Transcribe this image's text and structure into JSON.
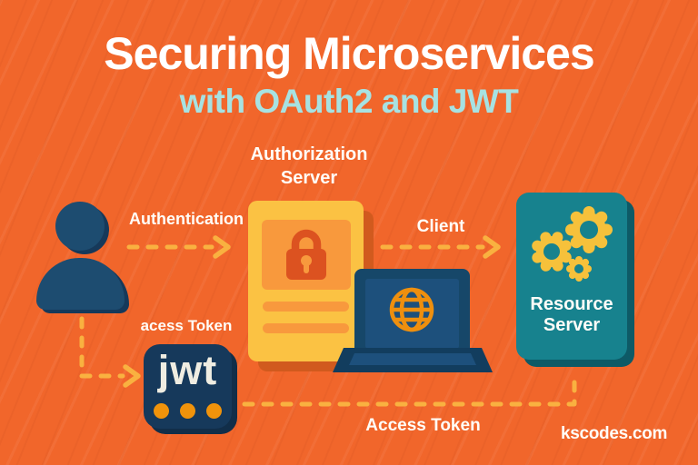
{
  "header": {
    "title": "Securing Microservices",
    "subtitle": "with OAuth2 and JWT"
  },
  "flow": {
    "authentication_label": "Authentication",
    "client_label": "Client",
    "acess_token_label": "acess Token",
    "access_token_label": "Access Token"
  },
  "nodes": {
    "authorization_server": {
      "label": "Authorization Server"
    },
    "resource_server": {
      "label": "Resource Server"
    },
    "jwt_badge": {
      "label": "jwt"
    }
  },
  "footer": {
    "watermark": "kscodes.com"
  },
  "colors": {
    "background_orange": "#F1662B",
    "navy": "#1D4C70",
    "card_yellow": "#FBC243",
    "panel_orange": "#F8993D",
    "lock_red": "#DC5220",
    "server_teal": "#17828E",
    "gear_yellow": "#F6C13B",
    "dash_yellow": "#F9B140",
    "dot_orange": "#F0930B",
    "subtitle_cyan": "#A7E2E2",
    "text_white": "#FFFDF8"
  }
}
